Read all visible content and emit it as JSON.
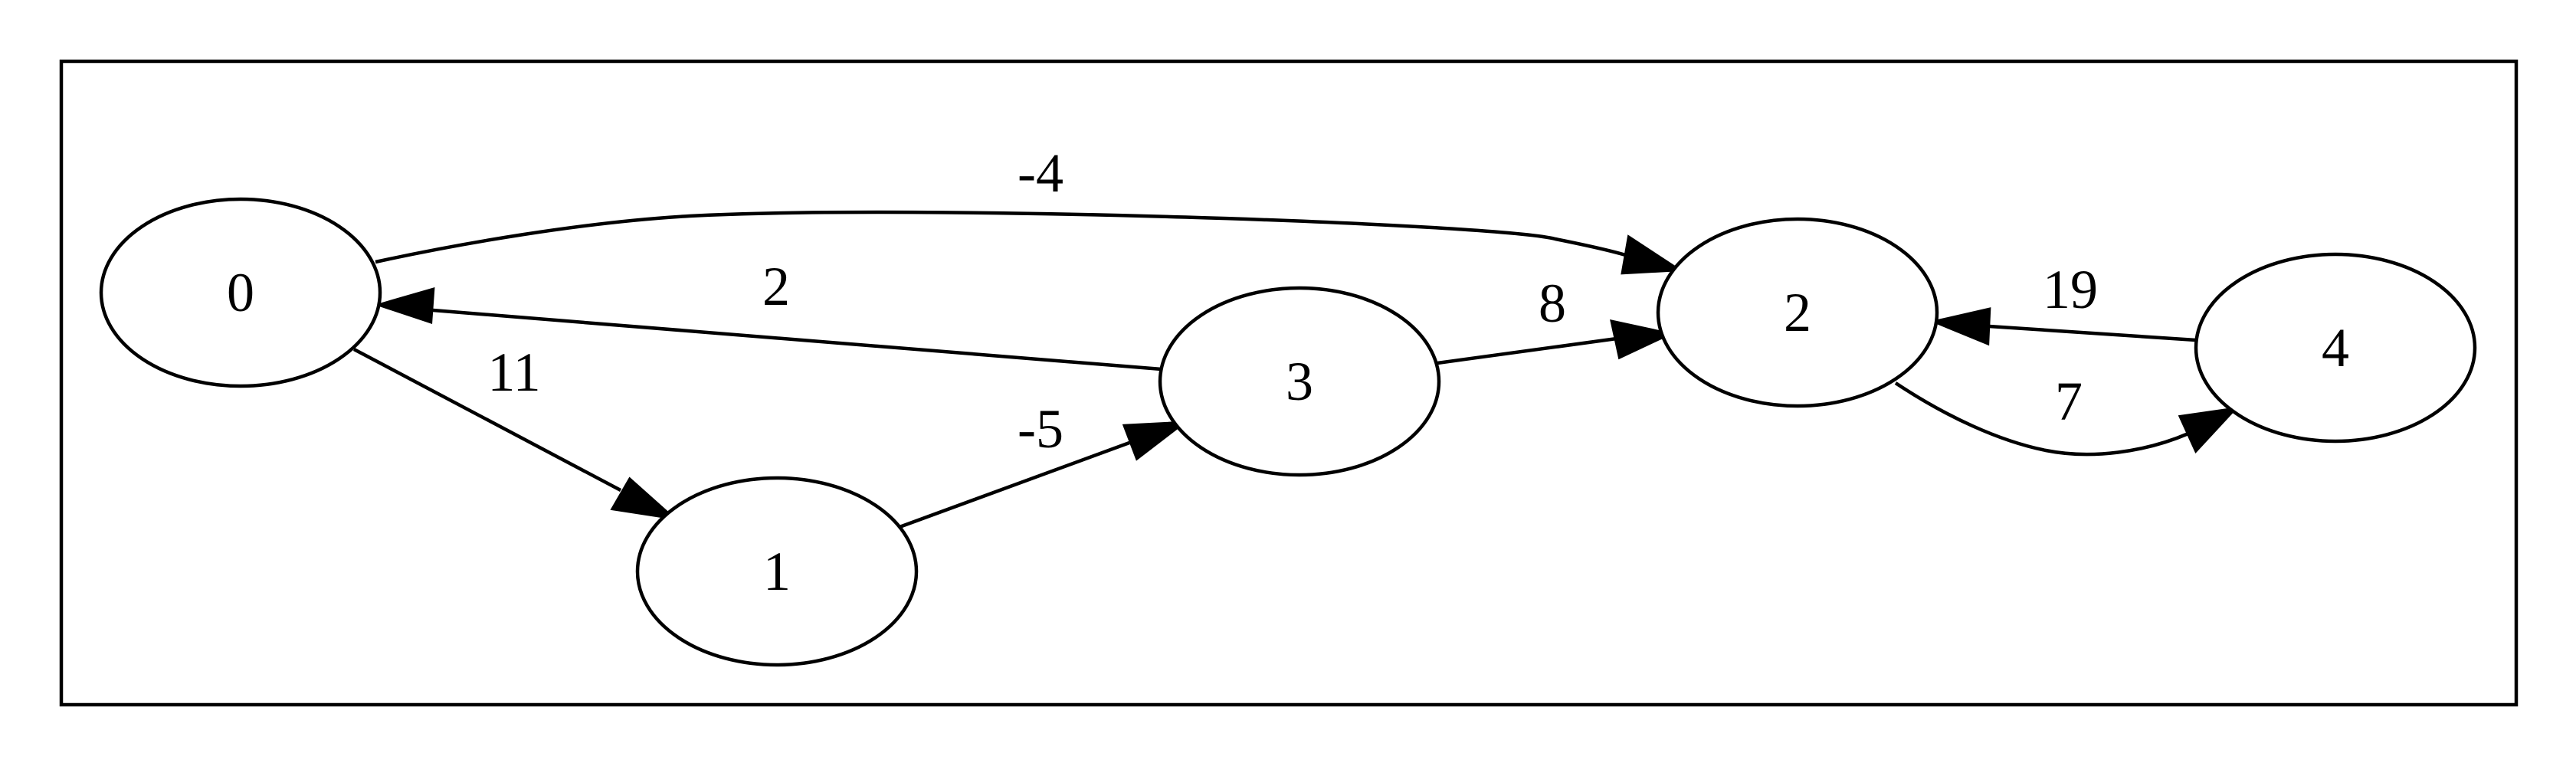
{
  "graph": {
    "nodes": [
      {
        "id": "0",
        "label": "0"
      },
      {
        "id": "1",
        "label": "1"
      },
      {
        "id": "2",
        "label": "2"
      },
      {
        "id": "3",
        "label": "3"
      },
      {
        "id": "4",
        "label": "4"
      }
    ],
    "edges": [
      {
        "from": "0",
        "to": "2",
        "label": "-4"
      },
      {
        "from": "3",
        "to": "0",
        "label": "2"
      },
      {
        "from": "0",
        "to": "1",
        "label": "11"
      },
      {
        "from": "1",
        "to": "3",
        "label": "-5"
      },
      {
        "from": "3",
        "to": "2",
        "label": "8"
      },
      {
        "from": "4",
        "to": "2",
        "label": "19"
      },
      {
        "from": "2",
        "to": "4",
        "label": "7"
      }
    ]
  }
}
